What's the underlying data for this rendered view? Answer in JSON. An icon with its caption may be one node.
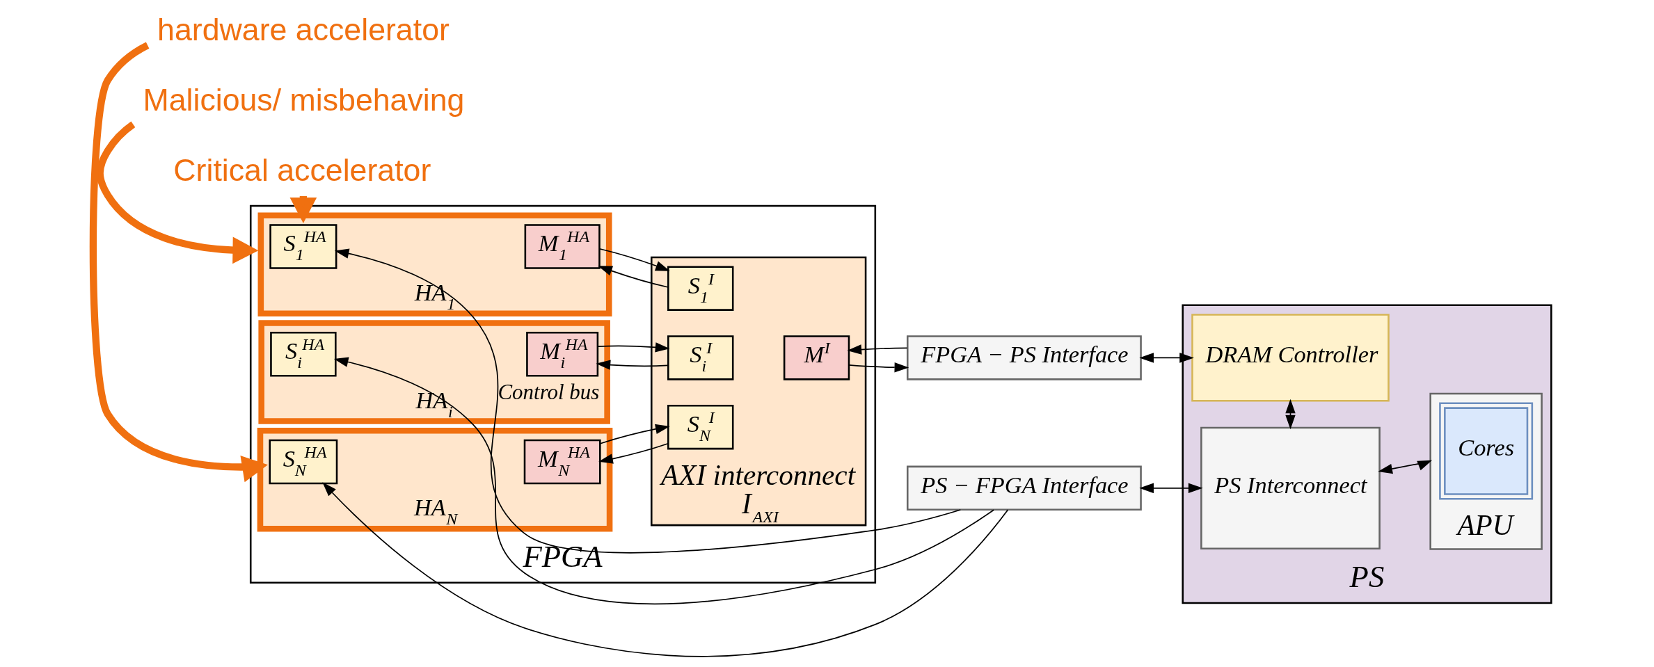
{
  "diagram": {
    "nodes": [
      {
        "text": [
          "FPGA"
        ]
      },
      {
        "text": [
          "PS"
        ]
      },
      {
        "text": [
          "HA$_{1}$"
        ],
        "in": 0
      },
      {
        "text": [
          "S$_{1}$$^{HA}$"
        ],
        "in": 2
      },
      {
        "text": [
          "M$_{1}$$^{HA}$"
        ],
        "in": 2
      },
      {
        "text": [
          "HA$_{i}$"
        ],
        "in": 0
      },
      {
        "text": [
          "S$_{i}$$^{HA}$"
        ],
        "in": 5
      },
      {
        "text": [
          "M$_{i}$$^{HA}$"
        ],
        "in": 5
      },
      {
        "text": [
          "HA$_{N}$"
        ],
        "in": 0
      },
      {
        "text": [
          "S$_{N}$$^{HA}$"
        ],
        "in": 8
      },
      {
        "text": [
          "M$_{N}$$^{HA}$"
        ],
        "in": 8
      },
      {
        "text": [
          "AXI interconnect",
          "I$_{AXI}$"
        ],
        "in": 0
      },
      {
        "text": [
          "S$_{1}$$^{I}$"
        ],
        "in": 11
      },
      {
        "text": [
          "S$_{i}$$^{I}$"
        ],
        "in": 11
      },
      {
        "text": [
          "S$_{N}$$^{I}$"
        ],
        "in": 11
      },
      {
        "text": [
          "M$^{I}$"
        ],
        "in": 11
      },
      {
        "text": [
          "PS − FPGA Interface"
        ]
      },
      {
        "text": [
          "FPGA − PS Interface"
        ]
      },
      {
        "text": [
          "PS Interconnect"
        ],
        "in": 1
      },
      {
        "text": [
          "DRAM Controller"
        ],
        "in": 1
      },
      {
        "text": [
          "APU"
        ],
        "in": 1
      },
      {
        "text": [
          "Cores"
        ],
        "in": 20
      },
      {
        "text": [
          "Critical accelerator"
        ]
      },
      {
        "text": [
          "Malicious/ misbehaving"
        ]
      },
      {
        "text": [
          "hardware accelerator"
        ]
      }
    ],
    "edges": [
      {
        "from": 16,
        "to": 3,
        "arrow": "to",
        "label": "Control bus"
      },
      {
        "from": 16,
        "to": 6,
        "arrow": "to"
      },
      {
        "from": 16,
        "to": 9,
        "arrow": "to"
      },
      {
        "from": 4,
        "to": 12,
        "arrow": "to"
      },
      {
        "from": 12,
        "to": 4,
        "arrow": "to"
      },
      {
        "from": 7,
        "to": 13,
        "arrow": "to"
      },
      {
        "from": 13,
        "to": 7,
        "arrow": "to"
      },
      {
        "from": 10,
        "to": 14,
        "arrow": "to"
      },
      {
        "from": 14,
        "to": 10,
        "arrow": "to"
      },
      {
        "from": 15,
        "to": 17,
        "arrow": "to"
      },
      {
        "from": 17,
        "to": 15,
        "arrow": "to"
      },
      {
        "from": 16,
        "to": 18,
        "arrow": "both"
      },
      {
        "from": 18,
        "to": 20,
        "arrow": "both"
      },
      {
        "from": 18,
        "to": 19,
        "arrow": "both"
      },
      {
        "from": 17,
        "to": 19,
        "arrow": "both"
      },
      {
        "from": 22,
        "to": 2,
        "arrow": "to",
        "style": "thick",
        "color": "#f07010"
      },
      {
        "from": 23,
        "to": 0,
        "arrow": "to",
        "style": "thick",
        "color": "#f07010"
      },
      {
        "from": 24,
        "to": 8,
        "arrow": "to",
        "style": "thick",
        "color": "#f07010"
      }
    ]
  }
}
